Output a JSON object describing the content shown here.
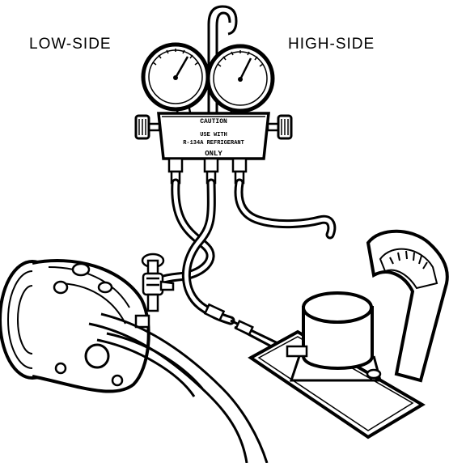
{
  "labels": {
    "low_side": "LOW-SIDE",
    "high_side": "HIGH-SIDE"
  },
  "manifold": {
    "line1": "CAUTION",
    "line2": "USE WITH",
    "line3": "R-134A REFRIGERANT",
    "line4": "ONLY"
  },
  "colors": {
    "ink": "#000000",
    "paper": "#ffffff"
  }
}
